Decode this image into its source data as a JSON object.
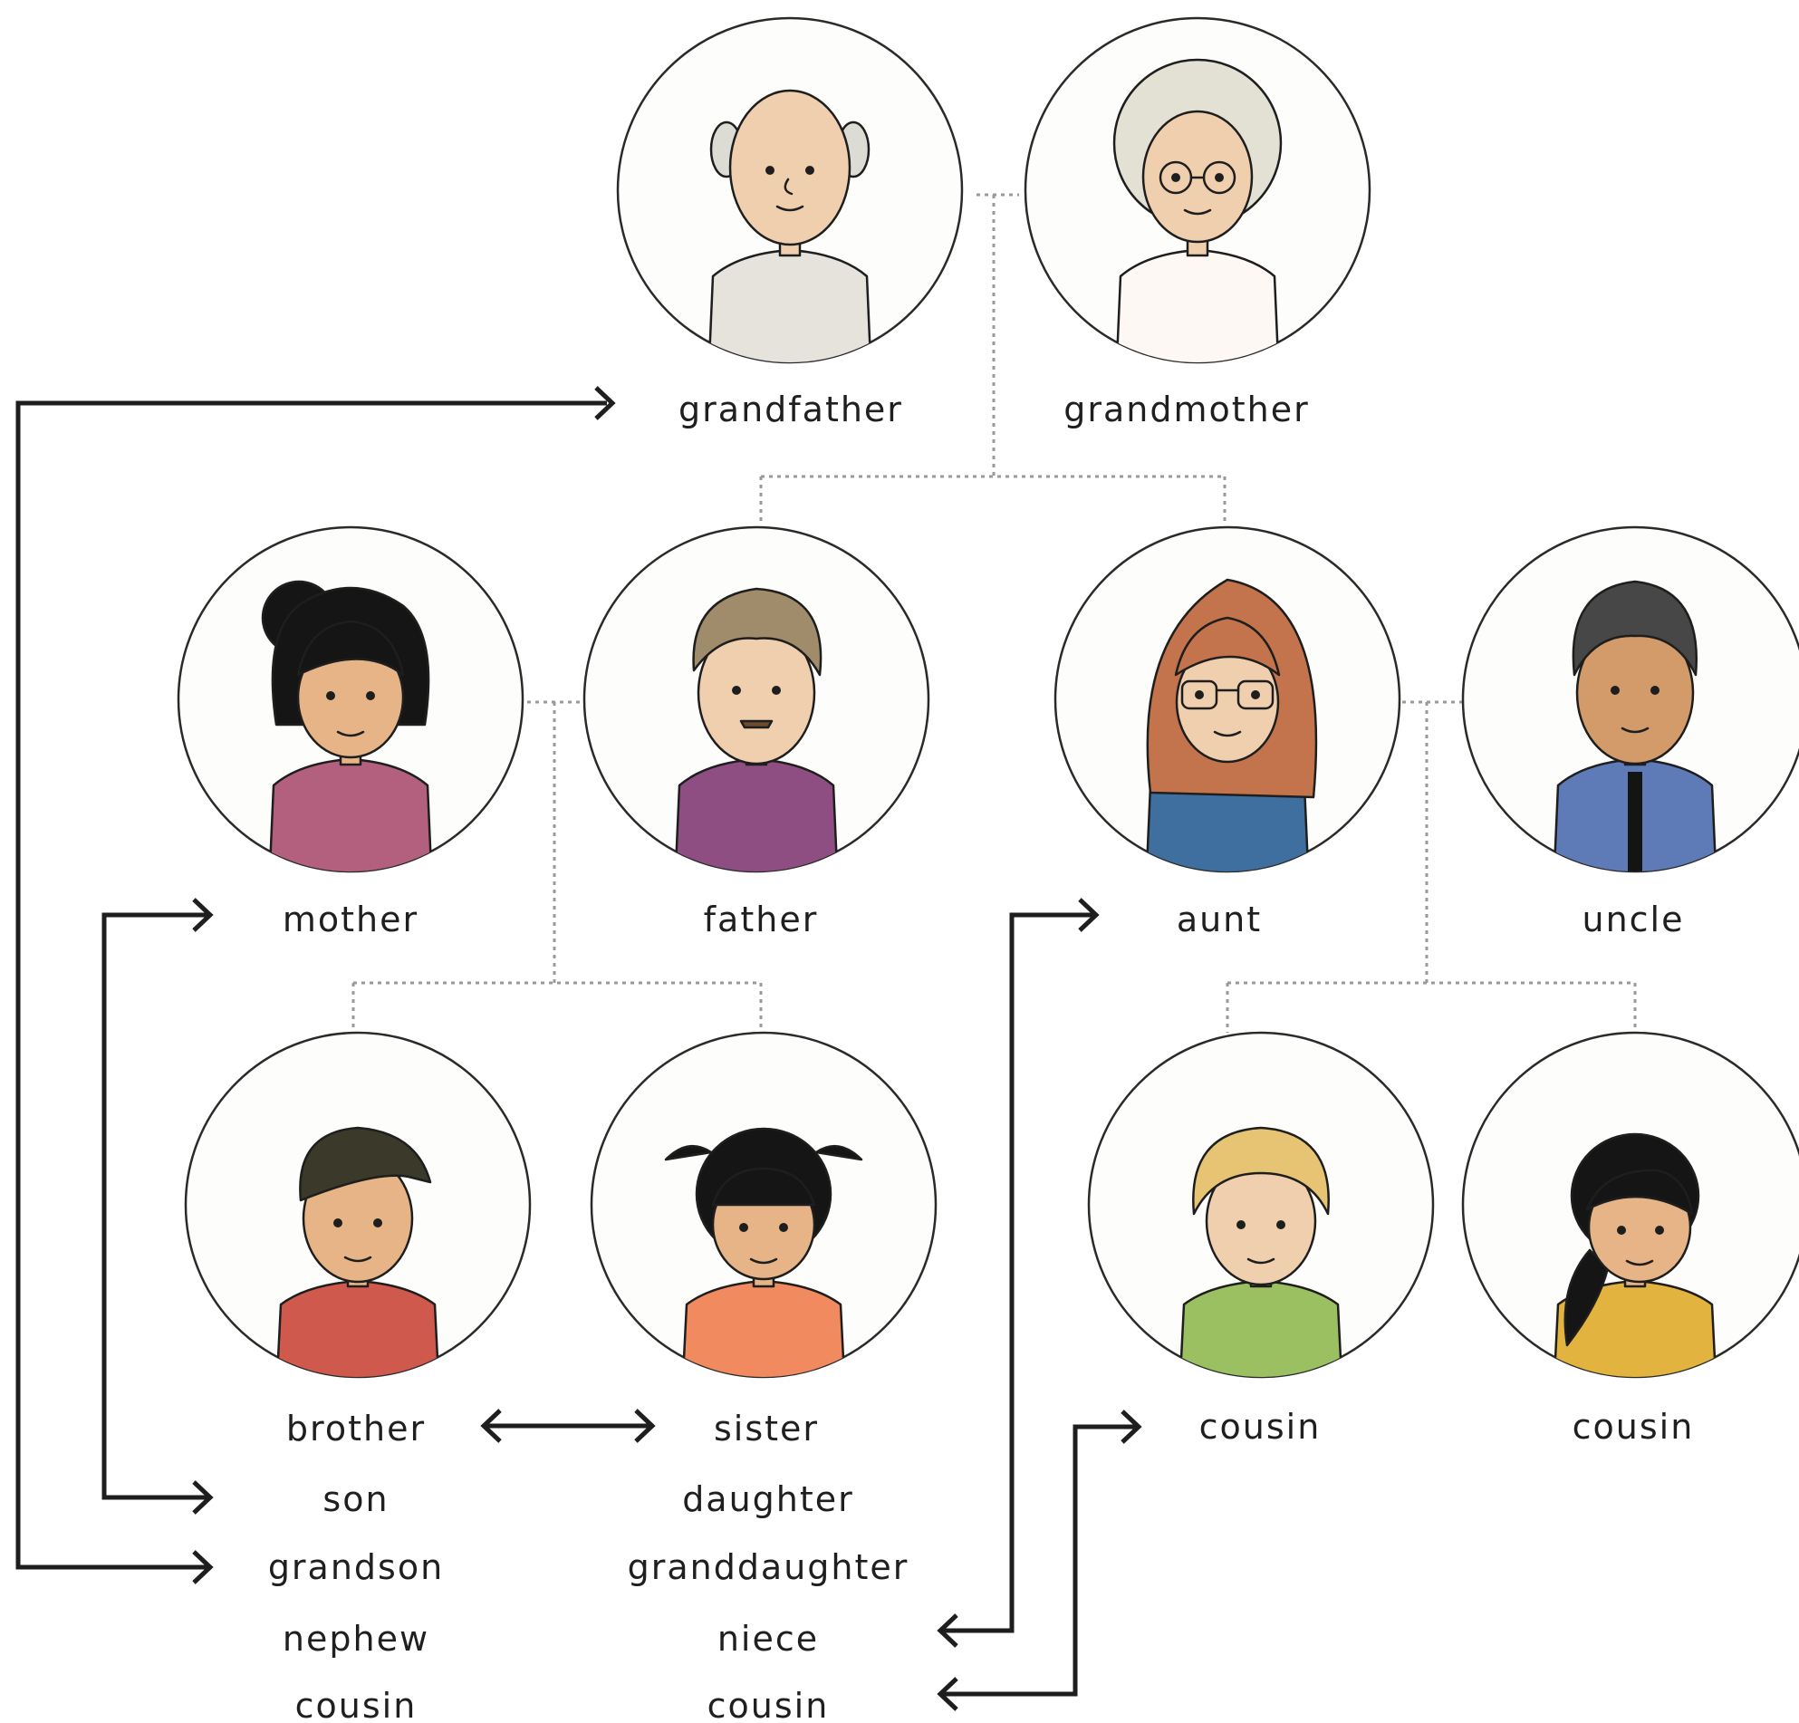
{
  "people": {
    "grandfather": {
      "label": "grandfather",
      "skin": "#f0cfae",
      "hair": "#dcdcd4",
      "shirt": "#e5e3dc"
    },
    "grandmother": {
      "label": "grandmother",
      "skin": "#f0cfae",
      "hair": "#e3e0d4",
      "shirt": "#fdf8f4"
    },
    "mother": {
      "label": "mother",
      "skin": "#e6b487",
      "hair": "#151515",
      "shirt": "#b3607e"
    },
    "father": {
      "label": "father",
      "skin": "#f0cfae",
      "hair": "#a08c6a",
      "shirt": "#8e4e82"
    },
    "aunt": {
      "label": "aunt",
      "skin": "#f0cfae",
      "hair": "#c4744c",
      "shirt": "#3f6f9f"
    },
    "uncle": {
      "label": "uncle",
      "skin": "#d39b6a",
      "hair": "#474747",
      "shirt": "#5e7bb7"
    },
    "brother": {
      "label": "brother",
      "skin": "#e6b487",
      "hair": "#3b3a2a",
      "shirt": "#d0594e"
    },
    "sister": {
      "label": "sister",
      "skin": "#e6b487",
      "hair": "#151515",
      "shirt": "#f28a5f"
    },
    "cousin1": {
      "label": "cousin",
      "skin": "#f0cfae",
      "hair": "#e6c473",
      "shirt": "#9bc062"
    },
    "cousin2": {
      "label": "cousin",
      "skin": "#e6b487",
      "hair": "#151515",
      "shirt": "#e2b33e"
    }
  },
  "brother_roles": [
    "son",
    "grandson",
    "nephew",
    "cousin"
  ],
  "sister_roles": [
    "daughter",
    "granddaughter",
    "niece",
    "cousin"
  ]
}
